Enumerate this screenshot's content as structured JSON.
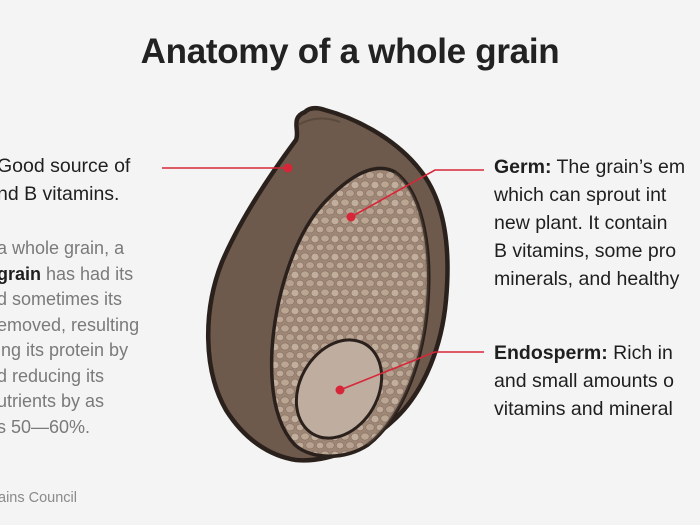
{
  "title": "Anatomy of a whole grain",
  "left": {
    "bran_lines": [
      "Good source of",
      "nd B vitamins."
    ],
    "refined_lines": [
      {
        "pre": "a whole grain, a",
        "bold": "",
        "post": ""
      },
      {
        "pre": "",
        "bold": "grain",
        "post": " has had its"
      },
      {
        "pre": "d sometimes its",
        "bold": "",
        "post": ""
      },
      {
        "pre": "emoved, resulting",
        "bold": "",
        "post": ""
      },
      {
        "pre": "ing its protein by",
        "bold": "",
        "post": ""
      },
      {
        "pre": "d reducing its",
        "bold": "",
        "post": ""
      },
      {
        "pre": "utrients by as",
        "bold": "",
        "post": ""
      },
      {
        "pre": "s 50—60%.",
        "bold": "",
        "post": ""
      }
    ]
  },
  "germ": {
    "label": "Germ:",
    "lines": [
      " The grain’s em",
      "which can sprout int",
      "new plant. It contain",
      "B vitamins, some pro",
      "minerals, and healthy"
    ]
  },
  "endosperm": {
    "label": "Endosperm:",
    "lines": [
      " Rich in",
      "and small amounts o",
      "vitamins and mineral"
    ]
  },
  "source": "ains Council",
  "colors": {
    "accent": "#d72638",
    "bran": "#6e5a4c",
    "bran_outline": "#2b211c",
    "endosperm_fill": "#a08978",
    "germ_fill": "#bfada0"
  }
}
